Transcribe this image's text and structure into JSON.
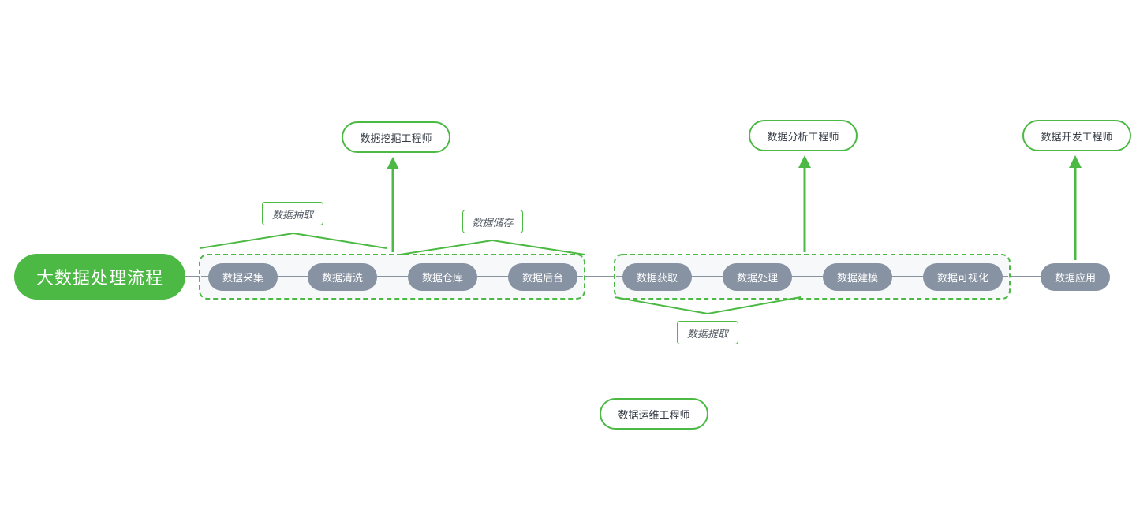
{
  "diagram": {
    "root": {
      "label": "大数据处理流程"
    },
    "steps": [
      {
        "id": "collect",
        "label": "数据采集"
      },
      {
        "id": "clean",
        "label": "数据清洗"
      },
      {
        "id": "warehouse",
        "label": "数据仓库"
      },
      {
        "id": "backend",
        "label": "数据后台"
      },
      {
        "id": "acquire",
        "label": "数据获取"
      },
      {
        "id": "process",
        "label": "数据处理"
      },
      {
        "id": "model",
        "label": "数据建模"
      },
      {
        "id": "visualize",
        "label": "数据可视化"
      },
      {
        "id": "apply",
        "label": "数据应用"
      }
    ],
    "stages": [
      {
        "id": "extract",
        "label": "数据抽取"
      },
      {
        "id": "storage",
        "label": "数据储存"
      },
      {
        "id": "fetch",
        "label": "数据提取"
      }
    ],
    "roles": [
      {
        "id": "mining",
        "label": "数据挖掘工程师"
      },
      {
        "id": "analysis",
        "label": "数据分析工程师"
      },
      {
        "id": "development",
        "label": "数据开发工程师"
      },
      {
        "id": "operations",
        "label": "数据运维工程师"
      }
    ],
    "colors": {
      "accent": "#4cb944",
      "node": "#8792a2",
      "connector": "#8792a2",
      "group_fill": "#f7f8fa"
    }
  }
}
